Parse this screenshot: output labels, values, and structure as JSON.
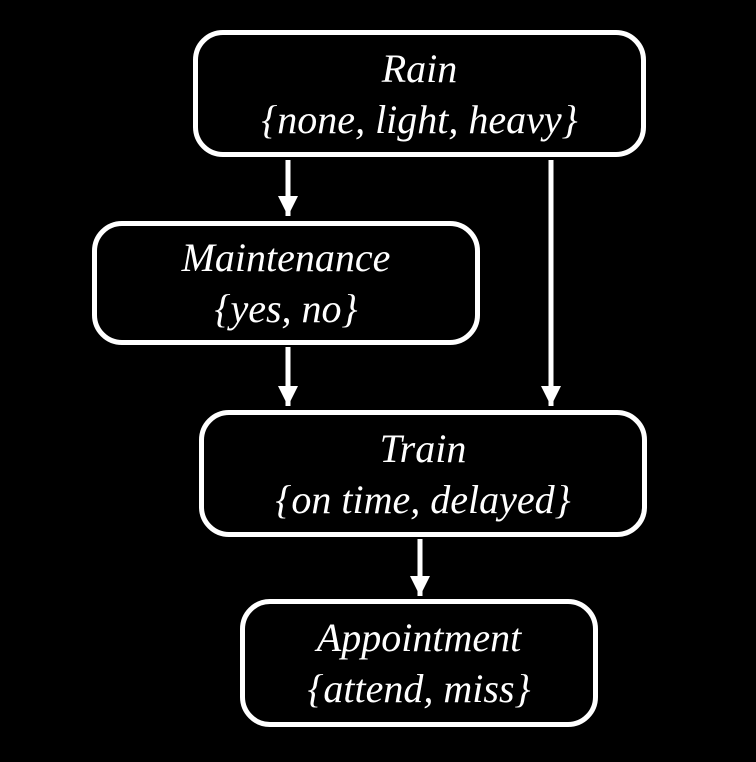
{
  "diagram": {
    "type": "bayesian-network",
    "colors": {
      "background": "#000000",
      "node_border": "#ffffff",
      "text": "#ffffff",
      "arrow": "#ffffff"
    }
  },
  "nodes": {
    "rain": {
      "name": "Rain",
      "values": "{none, light, heavy}"
    },
    "maintenance": {
      "name": "Maintenance",
      "values": "{yes, no}"
    },
    "train": {
      "name": "Train",
      "values": "{on time, delayed}"
    },
    "appointment": {
      "name": "Appointment",
      "values": "{attend, miss}"
    }
  },
  "edges": [
    {
      "from": "rain",
      "to": "maintenance"
    },
    {
      "from": "rain",
      "to": "train"
    },
    {
      "from": "maintenance",
      "to": "train"
    },
    {
      "from": "train",
      "to": "appointment"
    }
  ]
}
